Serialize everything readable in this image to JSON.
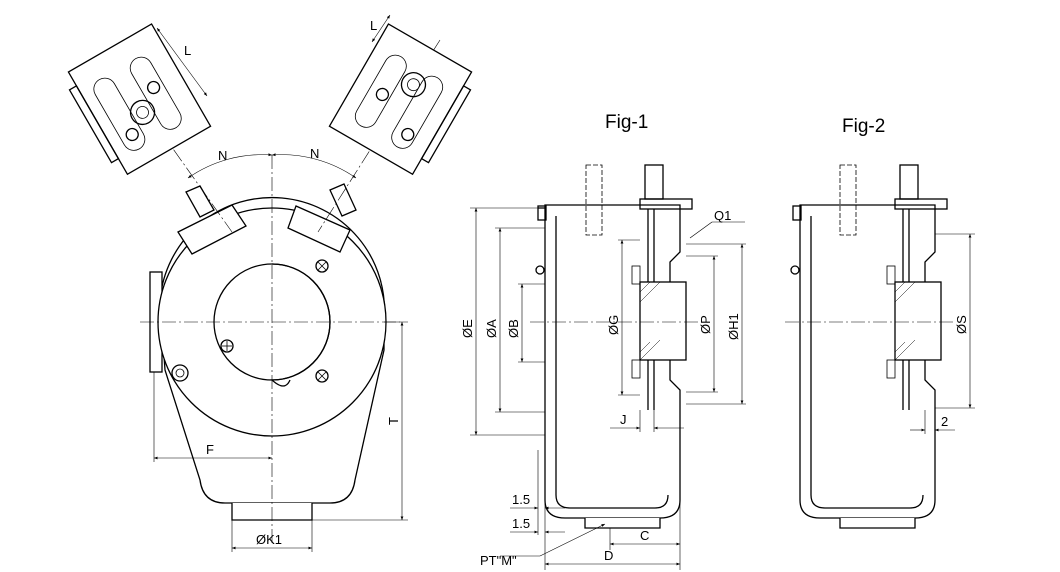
{
  "figures": {
    "fig1_title": "Fig-1",
    "fig2_title": "Fig-2"
  },
  "dimensions": {
    "L_top_left": "L",
    "L_top_right": "L",
    "N_left": "N",
    "N_right": "N",
    "F": "F",
    "T": "T",
    "K1": "ØK1",
    "E": "ØE",
    "A": "ØA",
    "B": "ØB",
    "G": "ØG",
    "P": "ØP",
    "H1": "ØH1",
    "Q1": "Q1",
    "J": "J",
    "d1_5_upper": "1.5",
    "d1_5_lower": "1.5",
    "C": "C",
    "D": "D",
    "PT": "PT\"M\"",
    "S": "ØS",
    "two": "2"
  },
  "colors": {
    "line": "#000000",
    "background": "#ffffff"
  }
}
